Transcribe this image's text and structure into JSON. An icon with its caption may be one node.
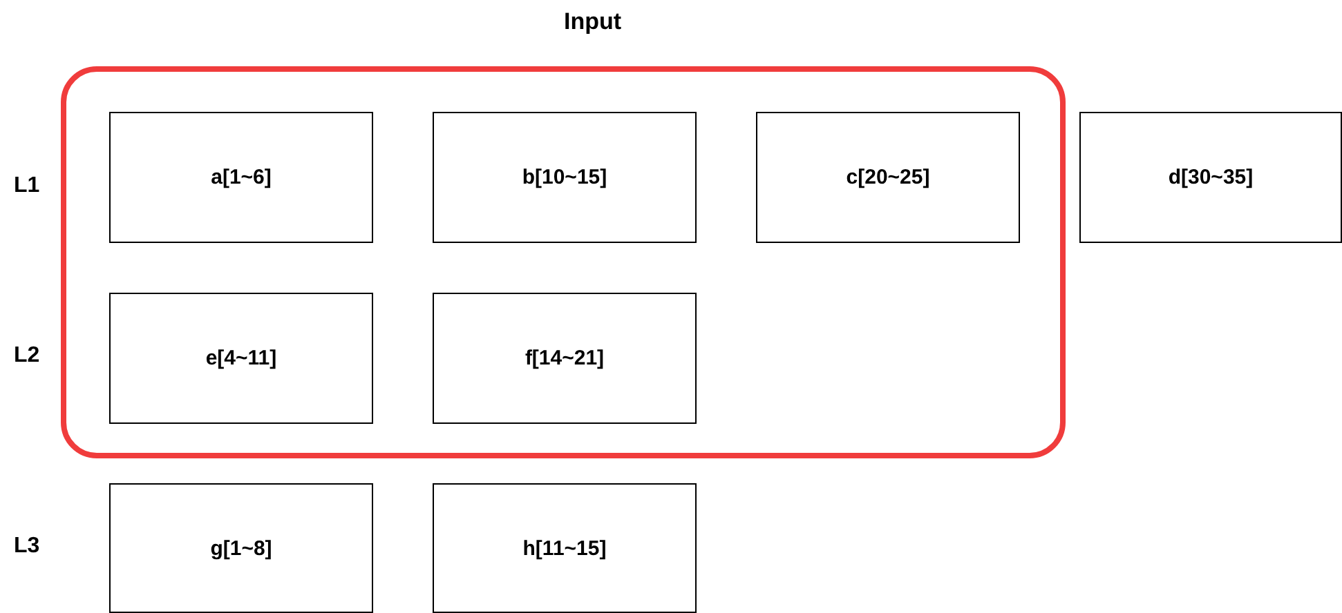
{
  "diagram": {
    "nodes": [
      {
        "text": [
          "Input"
        ]
      },
      {
        "text": [
          "a[1~6]"
        ],
        "in": 0
      },
      {
        "text": [
          "b[10~15]"
        ],
        "in": 0
      },
      {
        "text": [
          "c[20~25]"
        ],
        "in": 0
      },
      {
        "text": [
          "d[30~35]"
        ]
      },
      {
        "text": [
          "e[4~11]"
        ],
        "in": 0
      },
      {
        "text": [
          "f[14~21]"
        ],
        "in": 0
      },
      {
        "text": [
          "g[1~8]"
        ]
      },
      {
        "text": [
          "h[11~15]"
        ]
      }
    ],
    "edges": [],
    "labels": [
      "L1",
      "L2",
      "L3"
    ]
  }
}
